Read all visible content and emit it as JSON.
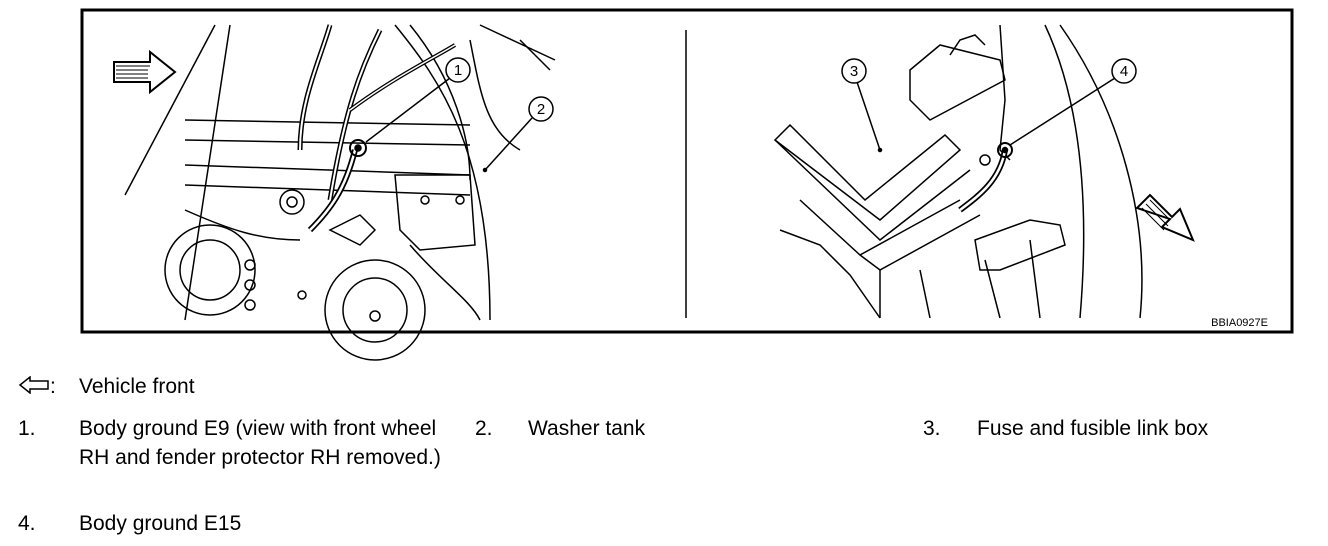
{
  "figure": {
    "code": "BBIA0927E",
    "callouts": [
      "1",
      "2",
      "3",
      "4"
    ]
  },
  "legend": {
    "arrow_symbol_suffix": ":",
    "arrow_label": "Vehicle front",
    "items": [
      {
        "number": "1.",
        "label": "Body ground E9 (view with front wheel RH and fender protector RH removed.)"
      },
      {
        "number": "2.",
        "label": "Washer tank"
      },
      {
        "number": "3.",
        "label": "Fuse and fusible link box"
      },
      {
        "number": "4.",
        "label": "Body ground E15"
      }
    ]
  }
}
